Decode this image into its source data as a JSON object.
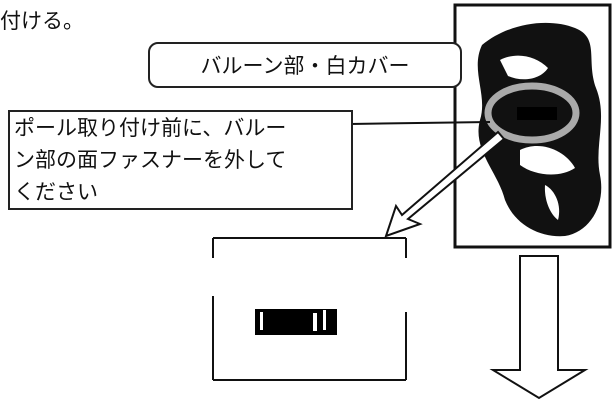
{
  "heading_text": "付ける。",
  "callout_label": "バルーン部・白カバー",
  "instruction_text": "ポール取り付け前に、バルー\nン部の面ファスナーを外して\nください"
}
